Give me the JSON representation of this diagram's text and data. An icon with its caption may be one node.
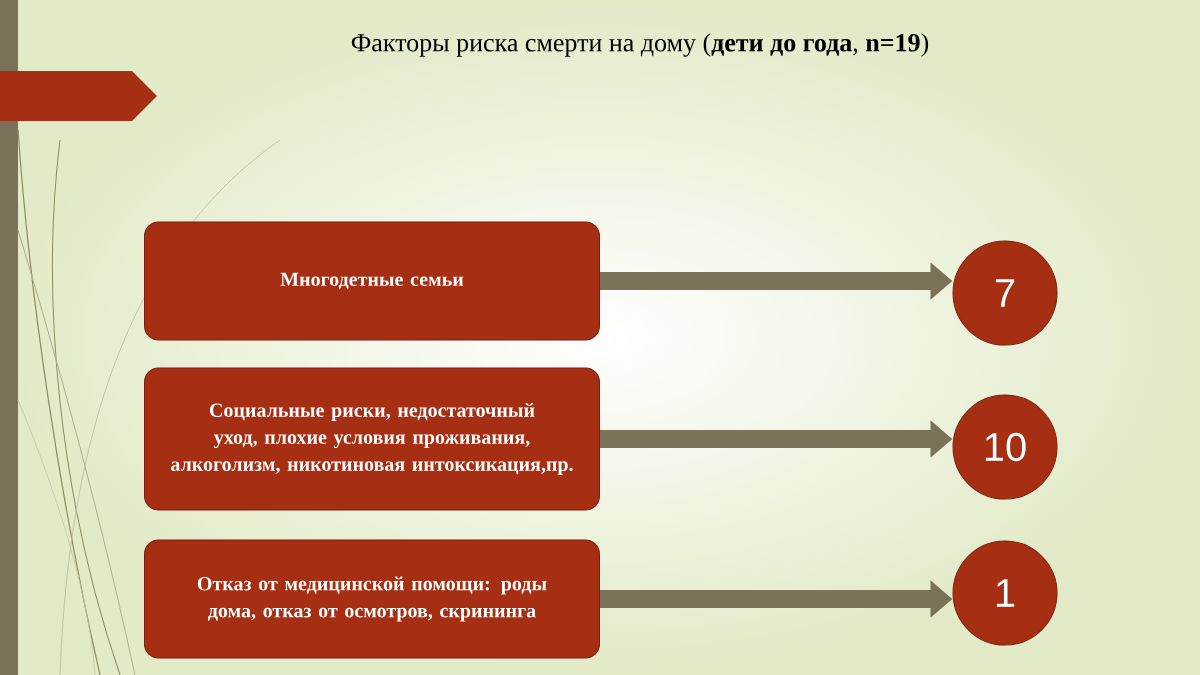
{
  "diagram": {
    "title": "Факторы риска смерти на дому (**дети до года**, **n=19**)",
    "nodes": [
      {
        "text": [
          "Многодетные семьи"
        ]
      },
      {
        "text": [
          "7"
        ]
      },
      {
        "text": [
          "Социальные риски, недостаточный уход, плохие условия проживания, алкоголизм, никотиновая интоксикация,пр."
        ]
      },
      {
        "text": [
          "10"
        ]
      },
      {
        "text": [
          "Отказ от медицинской помощи: роды дома, отказ от осмотров, скрининга"
        ]
      },
      {
        "text": [
          "1"
        ]
      }
    ],
    "edges": [
      {
        "from": 0,
        "to": 1,
        "arrow": "to"
      },
      {
        "from": 2,
        "to": 3,
        "arrow": "to"
      },
      {
        "from": 4,
        "to": 5,
        "arrow": "to"
      }
    ]
  }
}
